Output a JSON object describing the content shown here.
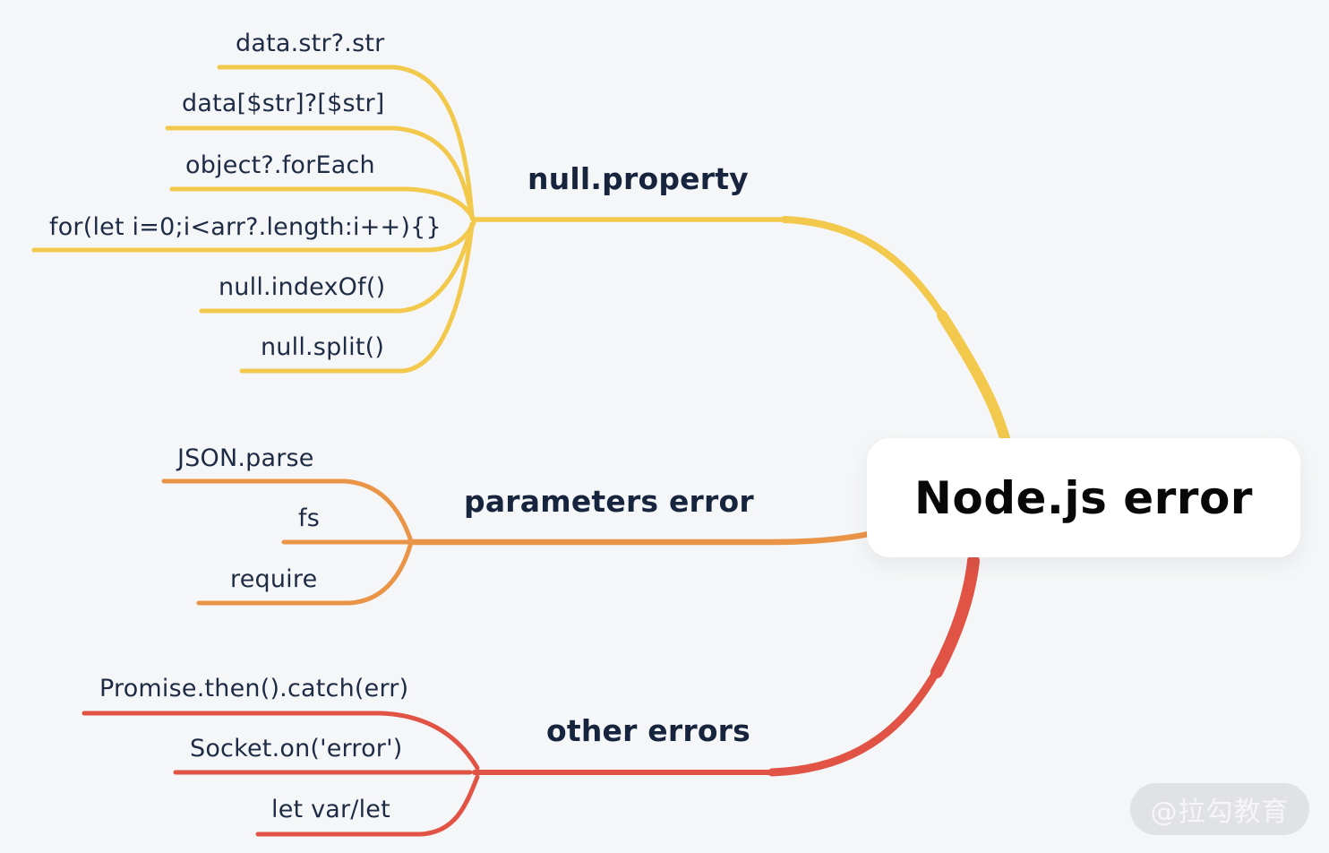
{
  "colors": {
    "background": "#F5F6F7",
    "branch_yellow": "#F2C94C",
    "branch_orange": "#EA9447",
    "branch_red": "#E05345",
    "leaf_text": "#1E2B45",
    "heading_text": "#16243D",
    "node_bg": "#FFFFFF",
    "root_text": "#080808",
    "watermark_bg": "#E1E2E4",
    "watermark_text": "#F6F6F8"
  },
  "root": {
    "label": "Node.js error"
  },
  "branches": [
    {
      "label": "null.property",
      "color": "#F2C94C",
      "children": [
        "data.str?.str",
        "data[$str]?[$str]",
        "object?.forEach",
        "for(let i=0;i<arr?.length:i++){}",
        "null.indexOf()",
        "null.split()"
      ]
    },
    {
      "label": "parameters error",
      "color": "#EA9447",
      "children": [
        "JSON.parse",
        "fs",
        "require"
      ]
    },
    {
      "label": "other errors",
      "color": "#E05345",
      "children": [
        "Promise.then().catch(err)",
        "Socket.on('error')",
        "let var/let"
      ]
    }
  ],
  "watermark": {
    "label": "@拉勾教育"
  }
}
